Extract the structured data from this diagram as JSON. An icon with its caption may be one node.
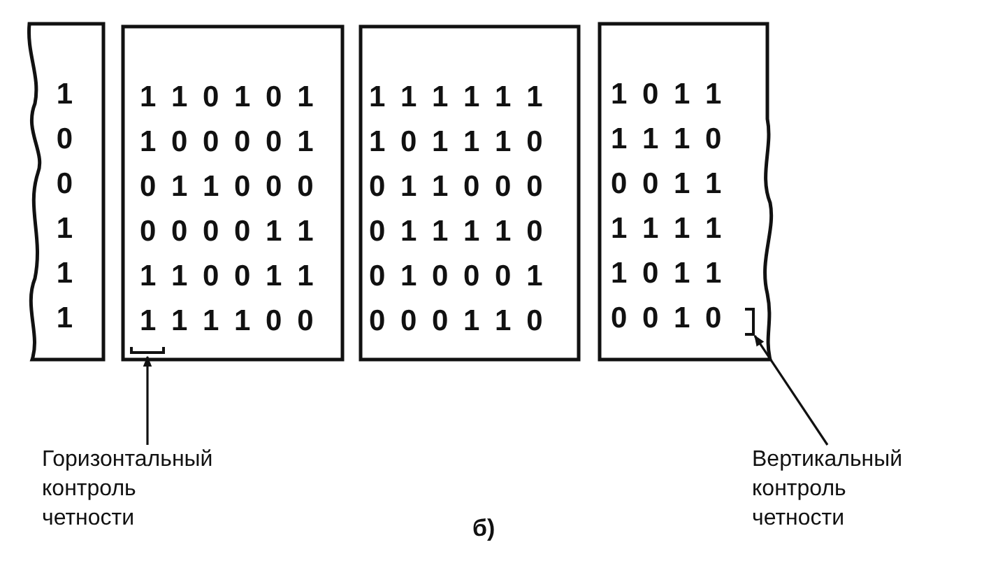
{
  "diagram": {
    "caption": "б)",
    "nodes": [
      {
        "text": [
          "1",
          "0",
          "0",
          "1",
          "1",
          "1"
        ]
      },
      {
        "text": [
          "1 1 0 1 0 1",
          "1 0 0 0 0 1",
          "0 1 1 0 0 0",
          "0 0 0 0 1 1",
          "1 1 0 0 1 1",
          "1 1 1 1 0 0"
        ]
      },
      {
        "text": [],
        "shape": "bracket",
        "in": 1
      },
      {
        "text": [
          "1 1 1 1 1 1",
          "1 0 1 1 1 0",
          "0 1 1 0 0 0",
          "0 1 1 1 1 0",
          "0 1 0 0 0 1",
          "0 0 0 1 1 0"
        ]
      },
      {
        "text": [
          "1 0 1 1",
          "1 1 1 0",
          "0 0 1 1",
          "1 1 1 1",
          "1 0 1 1",
          "0 0 1 0"
        ]
      },
      {
        "text": [],
        "shape": "bracket",
        "in": 4
      },
      {
        "text": [
          "Горизонтальный контроль четности"
        ]
      },
      {
        "text": [
          "Вертикальный контроль четности"
        ]
      }
    ],
    "edges": [
      {
        "from": 6,
        "to": 2,
        "arrow": "to"
      },
      {
        "from": 7,
        "to": 5,
        "arrow": "to"
      }
    ]
  }
}
